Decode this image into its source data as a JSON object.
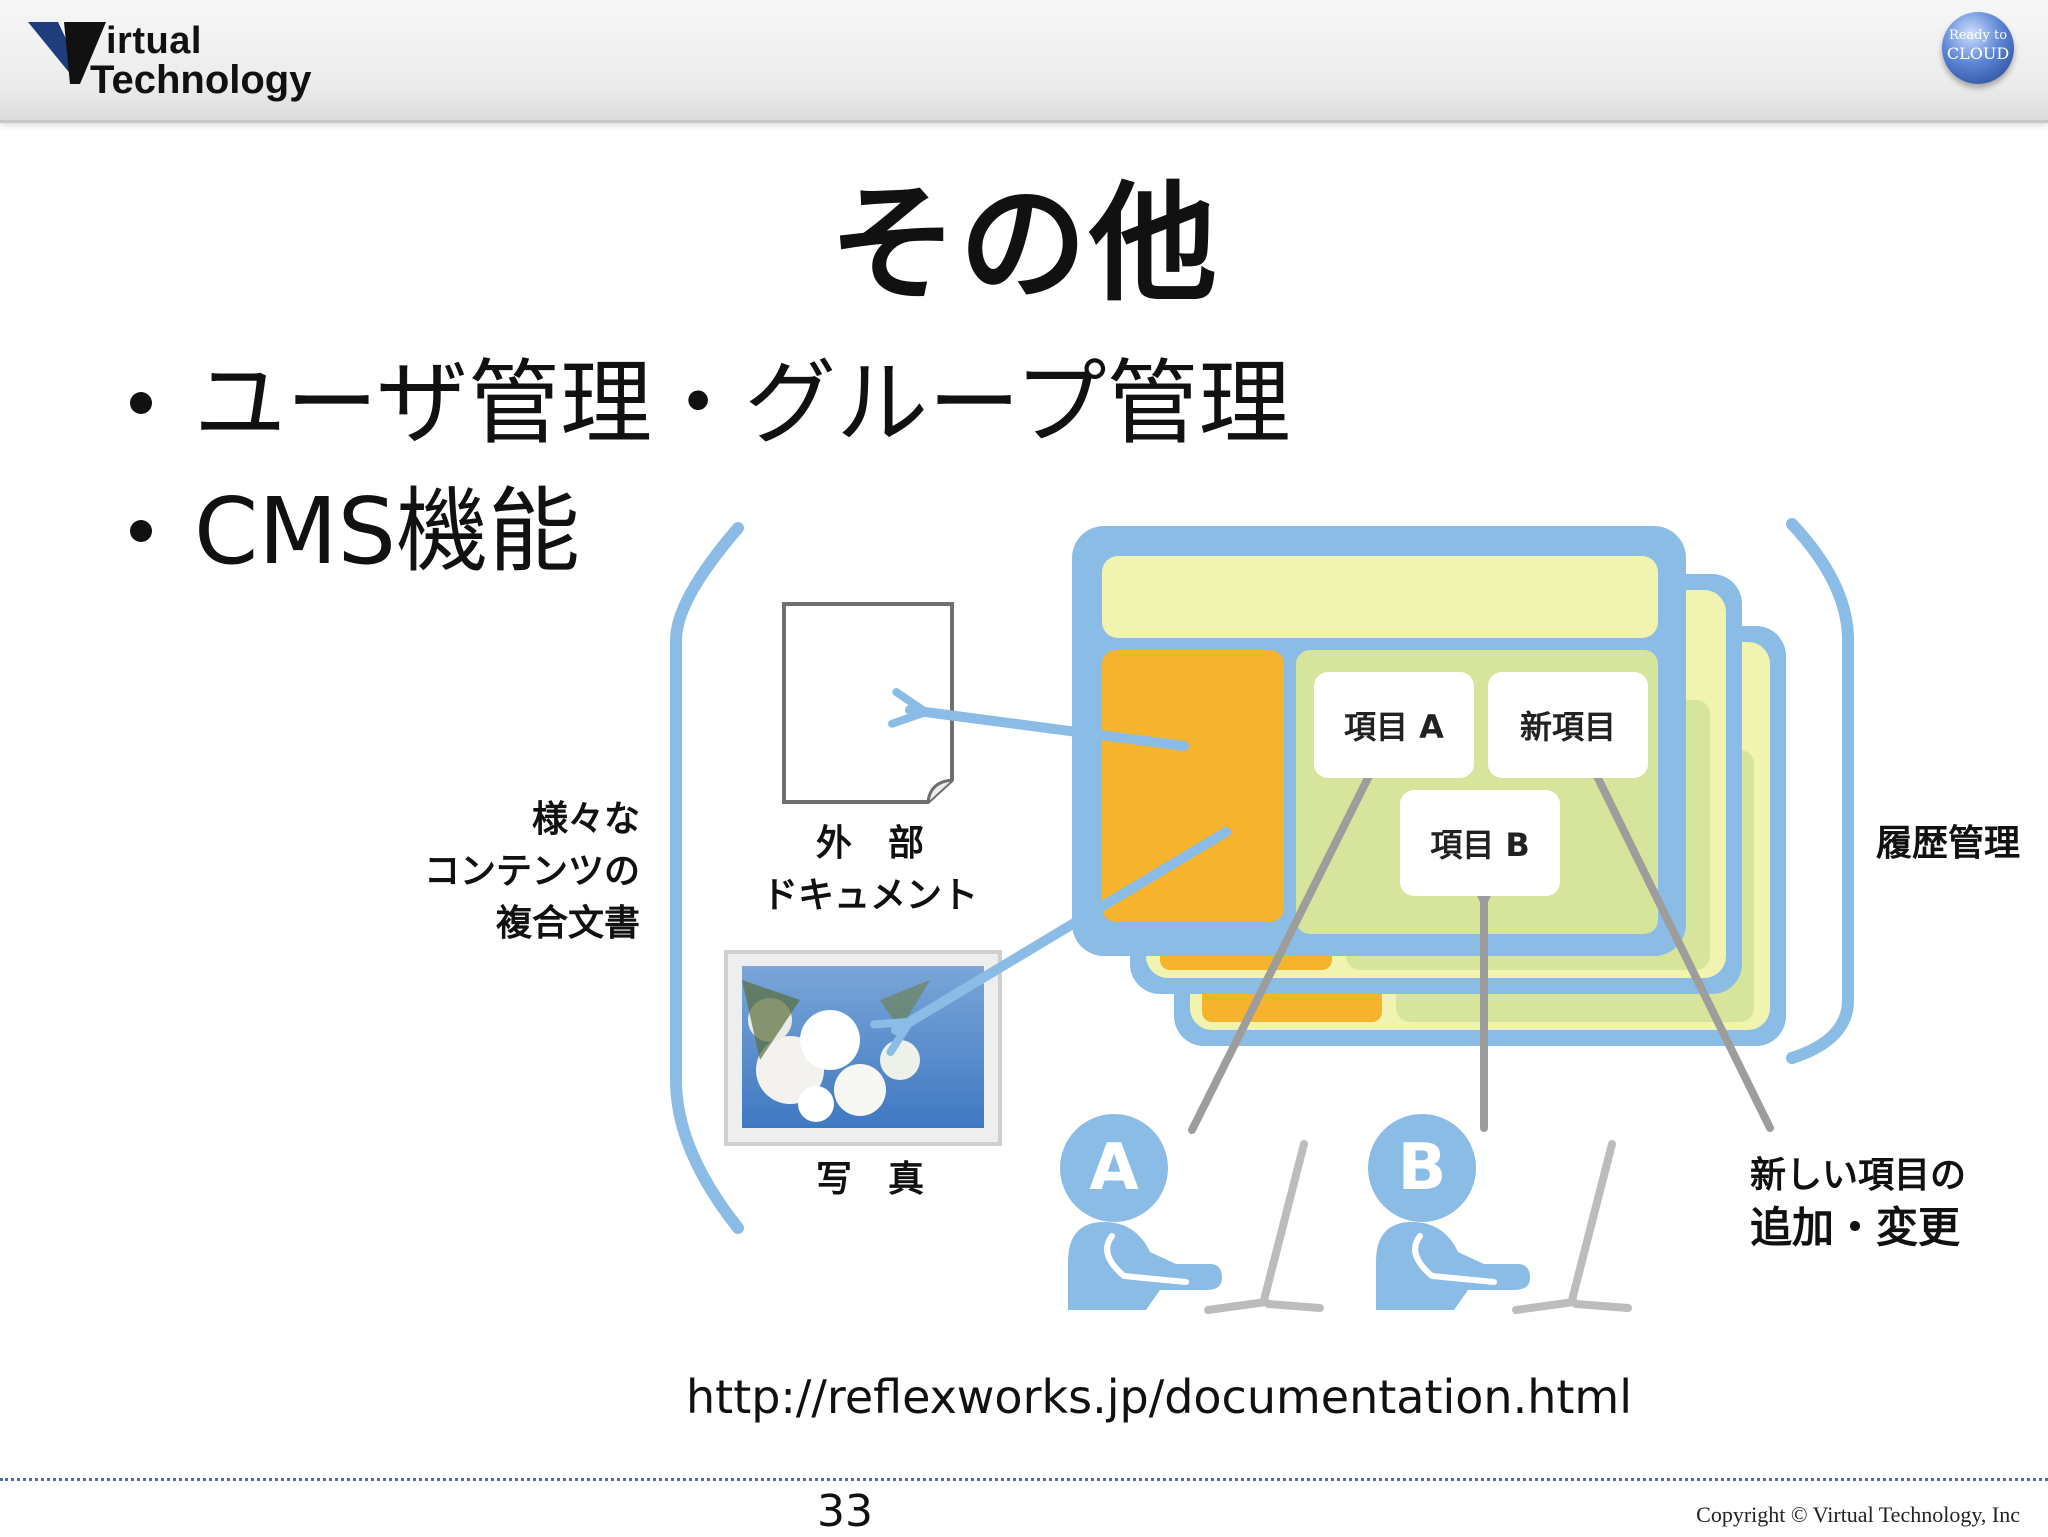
{
  "header": {
    "logo_line1": "irtual",
    "logo_line2": "Technology",
    "badge_line1": "Ready to",
    "badge_line2": "CLOUD"
  },
  "slide": {
    "title": "その他",
    "bullets": [
      "ユーザ管理・グループ管理",
      "CMS機能"
    ]
  },
  "diagram": {
    "left_label": [
      "様々な",
      "コンテンツの",
      "複合文書"
    ],
    "external_doc_label": [
      "外　部",
      "ドキュメント"
    ],
    "photo_label": "写　真",
    "item_a": "項目 A",
    "item_new": "新項目",
    "item_b": "項目 B",
    "history_label": "履歴管理",
    "user_a": "A",
    "user_b": "B",
    "add_change_label": [
      "新しい項目の",
      "追加・変更"
    ]
  },
  "footer": {
    "url": "http://reflexworks.jp/documentation.html",
    "page_number": "33",
    "copyright": "Copyright © Virtual Technology, Inc"
  },
  "colors": {
    "accent_blue": "#8bbce6",
    "pale_yellow": "#f1f3b1",
    "light_green": "#d6e59b",
    "orange": "#f6b32e",
    "arrow_gray": "#9d9d9d"
  }
}
